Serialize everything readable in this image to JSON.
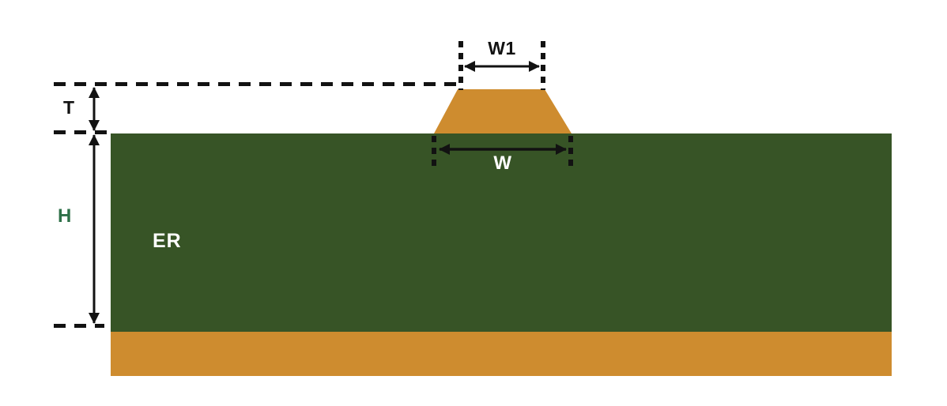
{
  "diagram": {
    "type": "microstrip-transmission-line-cross-section",
    "labels": {
      "w1": "W1",
      "w": "W",
      "t": "T",
      "h": "H",
      "er": "ER"
    },
    "colors": {
      "background": "#FFFFFF",
      "substrate_green": "#375426",
      "copper_orange": "#CE8C2F",
      "dimension_black": "#121212",
      "h_label_green": "#2E7048",
      "w_label_white": "#FFFFFF",
      "er_label_white": "#FFFFFF"
    }
  }
}
